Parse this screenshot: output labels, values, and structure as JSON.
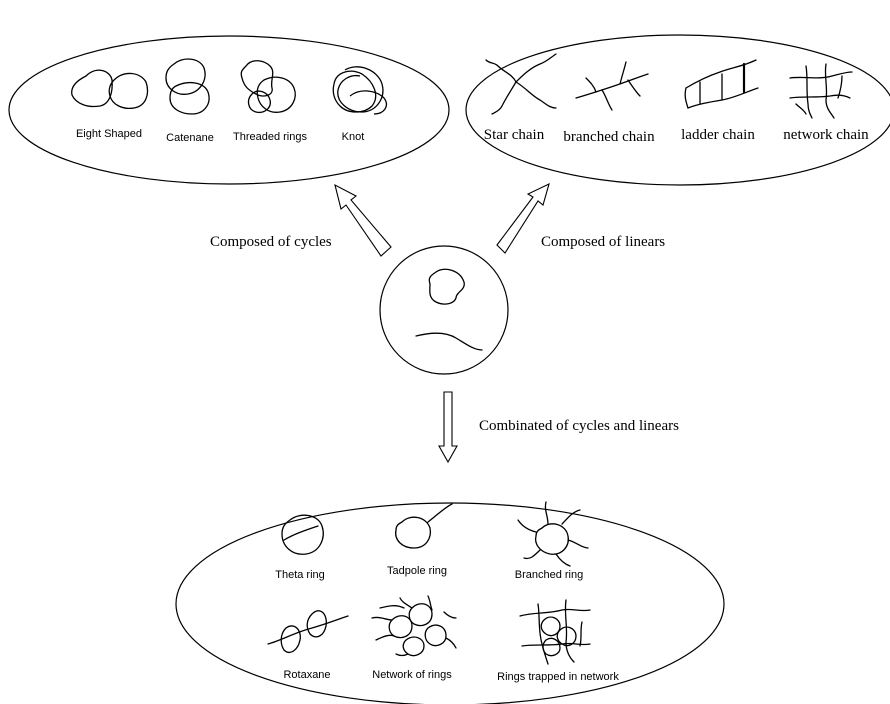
{
  "arrows": {
    "cycles": "Composed of cycles",
    "linears": "Composed of  linears",
    "combined": "Combinated of cycles and linears"
  },
  "cyclic_group": {
    "items": [
      "Eight Shaped",
      "Catenane",
      "Threaded rings",
      "Knot"
    ]
  },
  "linear_group": {
    "items": [
      "Star chain",
      "branched chain",
      "ladder chain",
      "network chain"
    ]
  },
  "combined_group": {
    "items": [
      "Theta ring",
      "Tadpole ring",
      "Branched ring",
      "Rotaxane",
      "Network of rings",
      "Rings trapped in network"
    ]
  }
}
